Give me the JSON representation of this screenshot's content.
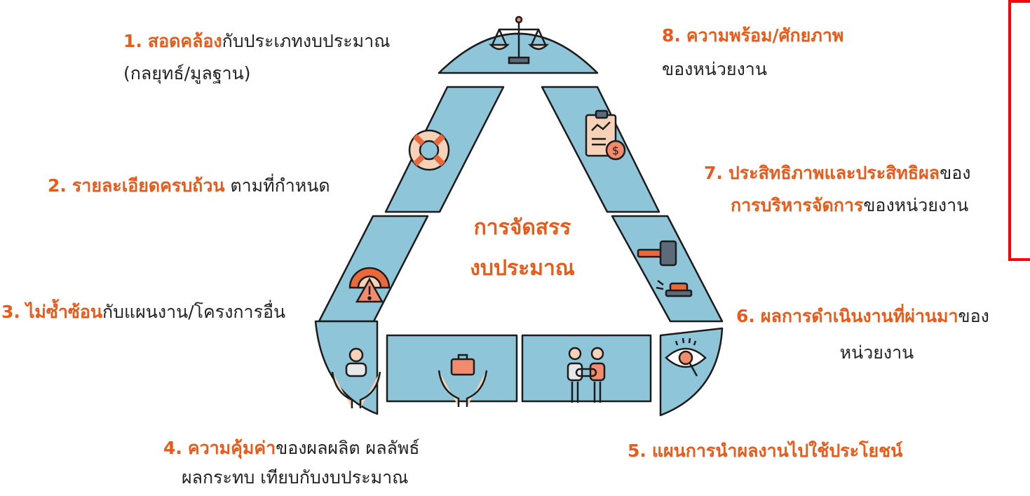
{
  "center": {
    "line1": "การจัดสรร",
    "line2": "งบประมาณ"
  },
  "criteria": [
    {
      "num": "1.",
      "highlight": "สอดคล้อง",
      "rest": "กับประเภทงบประมาณ",
      "line2": "(กลยุทธ์/มูลฐาน)"
    },
    {
      "num": "2.",
      "highlight": "รายละเอียดครบถ้วน",
      "rest": " ตามที่กำหนด"
    },
    {
      "num": "3.",
      "highlight": "ไม่ซ้ำซ้อน",
      "rest": "กับแผนงาน/โครงการอื่น"
    },
    {
      "num": "4.",
      "highlight": "ความคุ้มค่า",
      "rest": "ของผลผลิต ผลลัพธ์",
      "line2": "ผลกระทบ เทียบกับงบประมาณ"
    },
    {
      "num": "5.",
      "highlight": "แผนการนำผลงานไปใช้ประโยชน์",
      "rest": ""
    },
    {
      "num": "6.",
      "highlight": "ผลการดำเนินงานที่ผ่านมา",
      "rest": "ของ",
      "line2": "หน่วยงาน"
    },
    {
      "num": "7.",
      "highlight": "ประสิทธิภาพและประสิทธิผล",
      "rest": "ของ",
      "line2_highlight": "การบริหารจัดการ",
      "line2_rest": "ของหน่วยงาน"
    },
    {
      "num": "8.",
      "highlight": "ความพร้อม/ศักยภาพ",
      "rest": "",
      "line2": "ของหน่วยงาน"
    }
  ],
  "icons": [
    "scales-icon",
    "lifebuoy-icon",
    "warning-gauge-icon",
    "hands-person-icon",
    "hands-briefcase-icon",
    "linked-people-icon",
    "eye-search-icon",
    "gavel-icon",
    "financial-report-icon"
  ],
  "colors": {
    "segment_fill": "#8fc5d8",
    "segment_stroke": "#1c1c1c",
    "highlight": "#e85b1a",
    "text": "#222222",
    "frame": "#ff0000"
  }
}
